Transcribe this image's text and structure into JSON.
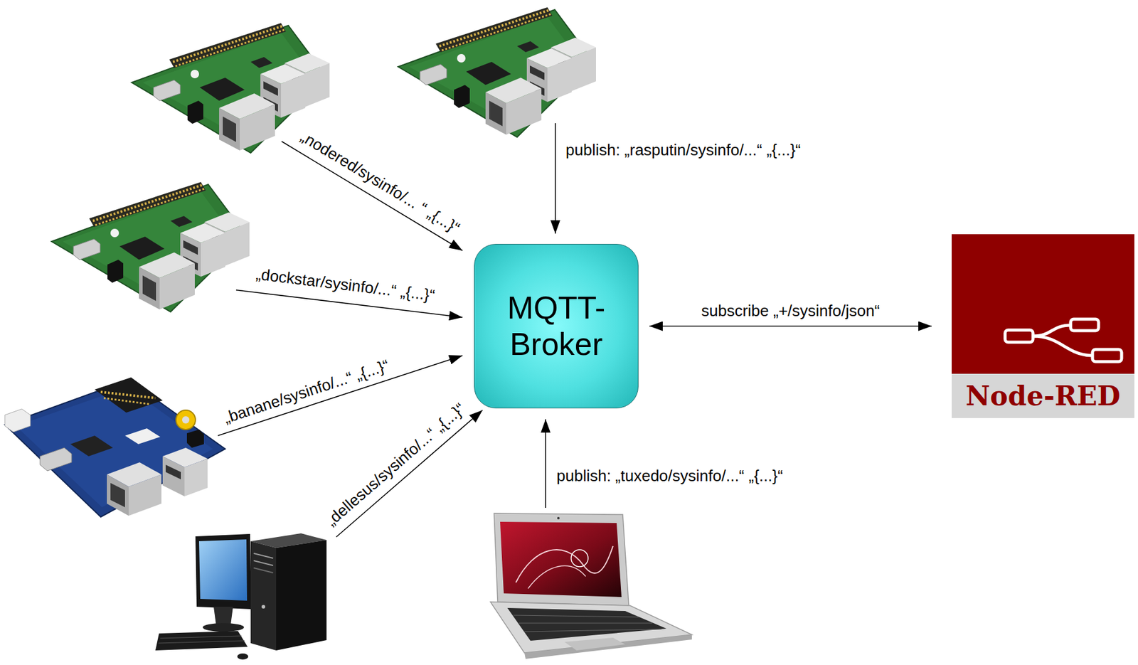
{
  "diagram": {
    "nodes": [
      {
        "text": [
          "MQTT- Broker"
        ]
      },
      {
        "text": [
          "Node-RED"
        ]
      }
    ],
    "edges": [
      {
        "from": 0,
        "to": 1,
        "label": "subscribe „+/sysinfo/json“",
        "arrow": "both"
      }
    ],
    "labels": [
      "publish: „rasputin/sysinfo/...“ „{...}“",
      "„nodered/sysinfo/... “ „{...}“",
      "„dockstar/sysinfo/...“ „{...}“",
      "„banane/sysinfo/...“ „{...}“",
      "„dellesus/sysinfo/...“ „{...}“",
      "publish: „tuxedo/sysinfo/...“ „{...}“"
    ]
  }
}
